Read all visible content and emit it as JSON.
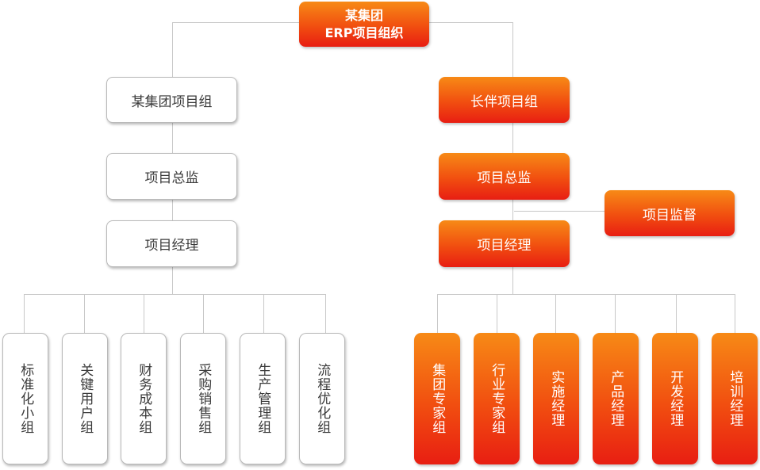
{
  "root": {
    "line1": "某集团",
    "line2": "ERP项目组织"
  },
  "left": {
    "group": "某集团项目组",
    "director": "项目总监",
    "manager": "项目经理",
    "teams": [
      "标准化小组",
      "关键用户组",
      "财务成本组",
      "采购销售组",
      "生产管理组",
      "流程优化组"
    ]
  },
  "right": {
    "group": "长伴项目组",
    "director": "项目总监",
    "supervisor": "项目监督",
    "manager": "项目经理",
    "teams": [
      "集团专家组",
      "行业专家组",
      "实施经理",
      "产品经理",
      "开发经理",
      "培训经理"
    ]
  },
  "colors": {
    "connector": "#c8c8c8",
    "accent_top": "#f78a16",
    "accent_bottom": "#e81e12"
  }
}
